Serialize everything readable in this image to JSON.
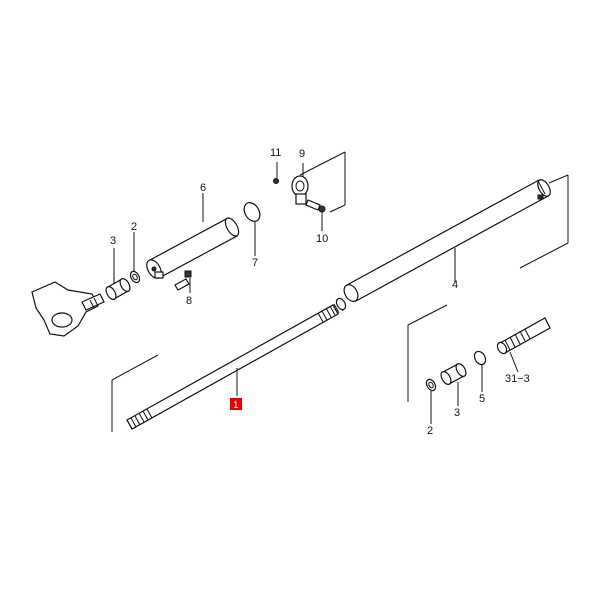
{
  "callouts": {
    "p1": "1",
    "p2a": "2",
    "p2b": "2",
    "p3a": "3",
    "p3b": "3",
    "p4": "4",
    "p5": "5",
    "p6": "6",
    "p7": "7",
    "p8": "8",
    "p9": "9",
    "p10": "10",
    "p11": "11",
    "p31_3": "31−3"
  },
  "highlight_color": "#e60000",
  "line_color": "#111111"
}
